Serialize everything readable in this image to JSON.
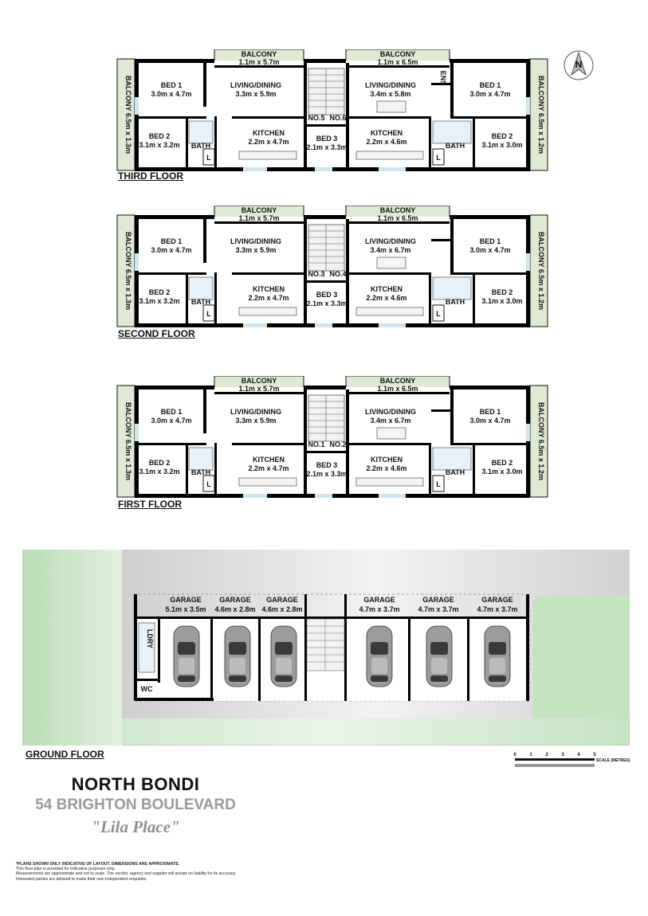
{
  "floors": [
    {
      "key": "third",
      "title": "THIRD FLOOR",
      "units": [
        "NO.5",
        "NO.6"
      ],
      "rooms": {
        "west_balcony": [
          "BALCONY",
          "6.5m x 1.3m"
        ],
        "west_top_balcony": [
          "BALCONY",
          "1.1m x 5.7m"
        ],
        "west_bed1": [
          "BED 1",
          "3.0m x 4.7m"
        ],
        "west_bed2": [
          "BED 2",
          "3.1m x 3.2m"
        ],
        "west_bath": "BATH",
        "west_l": "L",
        "west_living": [
          "LIVING/DINING",
          "3.3m x 5.9m"
        ],
        "west_kitchen": [
          "KITCHEN",
          "2.2m x 4.7m"
        ],
        "bed3": [
          "BED 3",
          "2.1m x 3.3m"
        ],
        "east_top_balcony": [
          "BALCONY",
          "1.1m x 6.5m"
        ],
        "east_living": [
          "LIVING/DINING",
          "3.4m x 5.8m"
        ],
        "east_kitchen": [
          "KITCHEN",
          "2.2m x 4.6m"
        ],
        "east_ens": "ENS",
        "east_bath": "BATH",
        "east_l": "L",
        "east_bed1": [
          "BED 1",
          "3.0m x 4.7m"
        ],
        "east_bed2": [
          "BED 2",
          "3.1m x 3.0m"
        ],
        "east_balcony": [
          "BALCONY",
          "6.5m x 1.2m"
        ]
      }
    },
    {
      "key": "second",
      "title": "SECOND FLOOR",
      "units": [
        "NO.3",
        "NO.4"
      ],
      "rooms": {
        "west_balcony": [
          "BALCONY",
          "6.5m x 1.3m"
        ],
        "west_top_balcony": [
          "BALCONY",
          "1.1m x 5.7m"
        ],
        "west_bed1": [
          "BED 1",
          "3.0m x 4.7m"
        ],
        "west_bed2": [
          "BED 2",
          "3.1m x 3.2m"
        ],
        "west_bath": "BATH",
        "west_l": "L",
        "west_living": [
          "LIVING/DINING",
          "3.3m x 5.9m"
        ],
        "west_kitchen": [
          "KITCHEN",
          "2.2m x 4.7m"
        ],
        "bed3": [
          "BED 3",
          "2.1m x 3.3m"
        ],
        "east_top_balcony": [
          "BALCONY",
          "1.1m x 6.5m"
        ],
        "east_living": [
          "LIVING/DINING",
          "3.4m x 6.7m"
        ],
        "east_kitchen": [
          "KITCHEN",
          "2.2m x 4.6m"
        ],
        "east_ens": "",
        "east_bath": "BATH",
        "east_l": "L",
        "east_bed1": [
          "BED 1",
          "3.0m x 4.7m"
        ],
        "east_bed2": [
          "BED 2",
          "3.1m x 3.0m"
        ],
        "east_balcony": [
          "BALCONY",
          "6.5m x 1.2m"
        ]
      }
    },
    {
      "key": "first",
      "title": "FIRST FLOOR",
      "units": [
        "NO.1",
        "NO.2"
      ],
      "rooms": {
        "west_balcony": [
          "BALCONY",
          "6.5m x 1.3m"
        ],
        "west_top_balcony": [
          "BALCONY",
          "1.1m x 5.7m"
        ],
        "west_bed1": [
          "BED 1",
          "3.0m x 4.7m"
        ],
        "west_bed2": [
          "BED 2",
          "3.1m x 3.2m"
        ],
        "west_bath": "BATH",
        "west_l": "L",
        "west_living": [
          "LIVING/DINING",
          "3.3m x 5.9m"
        ],
        "west_kitchen": [
          "KITCHEN",
          "2.2m x 4.7m"
        ],
        "bed3": [
          "BED 3",
          "2.1m x 3.3m"
        ],
        "east_top_balcony": [
          "BALCONY",
          "1.1m x 6.5m"
        ],
        "east_living": [
          "LIVING/DINING",
          "3.4m x 6.7m"
        ],
        "east_kitchen": [
          "KITCHEN",
          "2.2m x 4.6m"
        ],
        "east_ens": "",
        "east_bath": "BATH",
        "east_l": "L",
        "east_bed1": [
          "BED 1",
          "3.0m x 4.7m"
        ],
        "east_bed2": [
          "BED 2",
          "3.1m x 3.0m"
        ],
        "east_balcony": [
          "BALCONY",
          "6.5m x 1.2m"
        ]
      }
    }
  ],
  "ground": {
    "title": "GROUND FLOOR",
    "garages": [
      [
        "GARAGE",
        "5.1m x 3.5m"
      ],
      [
        "GARAGE",
        "4.6m x 2.8m"
      ],
      [
        "GARAGE",
        "4.6m x 2.8m"
      ],
      [
        "GARAGE",
        "4.7m x 3.7m"
      ],
      [
        "GARAGE",
        "4.7m x 3.7m"
      ],
      [
        "GARAGE",
        "4.7m x 3.7m"
      ]
    ],
    "ldry": "LDRY",
    "wc": "WC"
  },
  "compass": {
    "label": "N",
    "icon": "north-arrow-icon"
  },
  "scale": {
    "ticks": [
      "0",
      "1",
      "2",
      "3",
      "4",
      "5"
    ],
    "label": "SCALE (METRES)"
  },
  "title_block": {
    "title": "NORTH BONDI",
    "address": "54 BRIGHTON BOULEVARD",
    "name": "\"Lila Place\""
  },
  "disclaimer": [
    "*PLANS SHOWN ONLY INDICATIVE OF LAYOUT. DIMENSIONS ARE APPROXIMATE.",
    "This floor plan is provided for indicative purposes only.",
    "Measurements are approximate and not to scale. The vendor, agency and supplier will accept no liability for its accuracy.",
    "Interested parties are advised to make their own independent enquiries."
  ],
  "colors": {
    "lawn": "#cfe8cc",
    "driveway": "#e4e4e4",
    "balcony": "#dfe9d3",
    "window": "#cfe5f2",
    "walls": "#000000"
  }
}
